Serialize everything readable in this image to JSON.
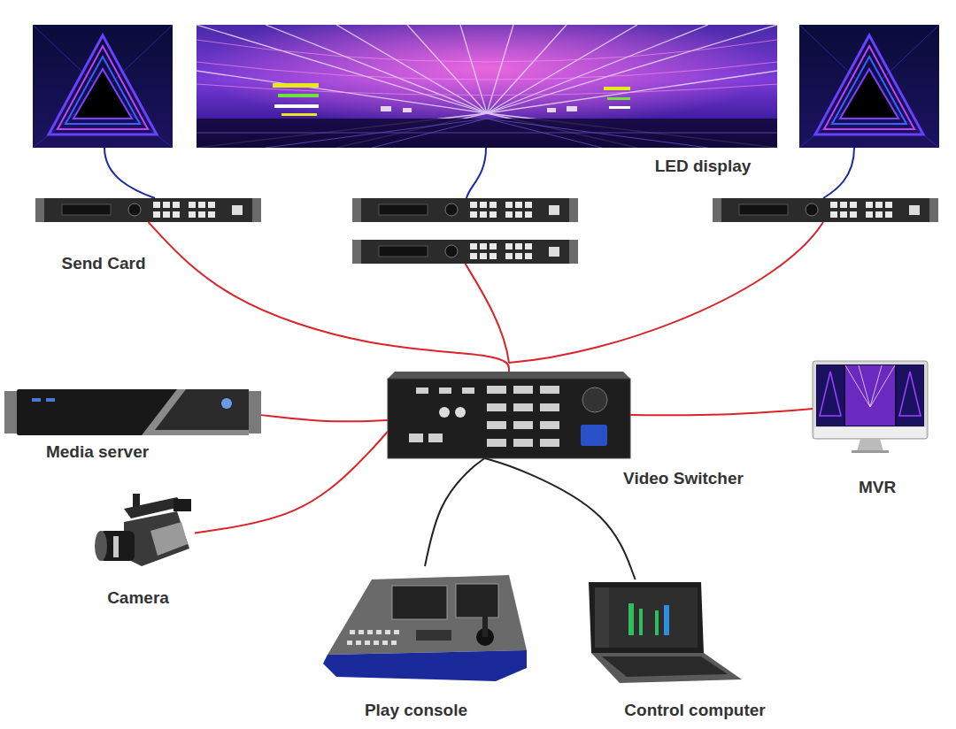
{
  "diagram": {
    "nodes": [
      {
        "text": [
          "LED display"
        ]
      },
      {
        "text": [
          "Send Card"
        ]
      },
      {
        "text": [
          "Media server"
        ]
      },
      {
        "text": [
          "Video Switcher"
        ]
      },
      {
        "text": [
          "MVR"
        ]
      },
      {
        "text": [
          "Camera"
        ]
      },
      {
        "text": [
          "Play console"
        ]
      },
      {
        "text": [
          "Control computer"
        ]
      }
    ],
    "edges": [
      {
        "from": 3,
        "to": 1,
        "arrow": "none"
      },
      {
        "from": 2,
        "to": 3,
        "arrow": "none"
      },
      {
        "from": 5,
        "to": 3,
        "arrow": "none"
      },
      {
        "from": 3,
        "to": 4,
        "arrow": "none"
      },
      {
        "from": 6,
        "to": 3,
        "arrow": "none"
      },
      {
        "from": 7,
        "to": 3,
        "arrow": "none"
      }
    ]
  }
}
